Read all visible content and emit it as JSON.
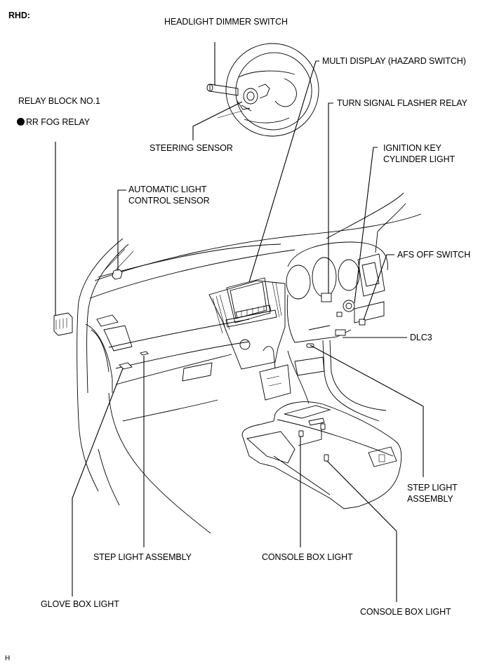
{
  "header": {
    "variant_label": "RHD:"
  },
  "footer": {
    "code": "H"
  },
  "callouts": {
    "headlight_dimmer_switch": "HEADLIGHT DIMMER SWITCH",
    "multi_display": "MULTI DISPLAY (HAZARD SWITCH)",
    "relay_block": "RELAY BLOCK NO.1",
    "rr_fog_relay": "RR FOG RELAY",
    "turn_signal_flasher_relay": "TURN SIGNAL FLASHER RELAY",
    "steering_sensor": "STEERING SENSOR",
    "ignition_key_line1": "IGNITION KEY",
    "ignition_key_line2": "CYLINDER LIGHT",
    "auto_light_line1": "AUTOMATIC LIGHT",
    "auto_light_line2": "CONTROL SENSOR",
    "afs_off_switch": "AFS OFF SWITCH",
    "dlc3": "DLC3",
    "step_light_right_line1": "STEP LIGHT",
    "step_light_right_line2": "ASSEMBLY",
    "step_light_left": "STEP LIGHT ASSEMBLY",
    "console_box_light_1": "CONSOLE BOX LIGHT",
    "console_box_light_2": "CONSOLE BOX LIGHT",
    "glove_box_light": "GLOVE BOX LIGHT"
  }
}
